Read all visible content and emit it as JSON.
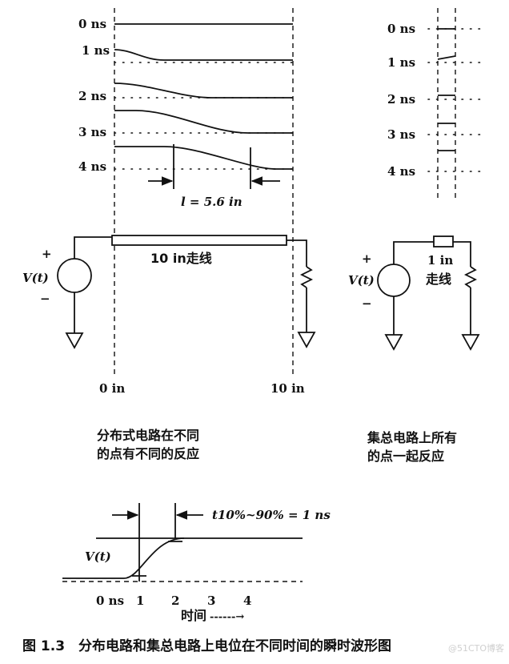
{
  "distributed": {
    "time_labels": [
      "0 ns",
      "1 ns",
      "2 ns",
      "3 ns",
      "4 ns"
    ],
    "length_label": "l = 5.6 in",
    "trace_label": "10 in走线",
    "source_label": "V(t)",
    "plus": "+",
    "minus": "−",
    "start_label": "0 in",
    "end_label": "10 in",
    "caption_lines": [
      "分布式电路在不同",
      "的点有不同的反应"
    ]
  },
  "lumped": {
    "time_labels": [
      "0 ns",
      "1 ns",
      "2 ns",
      "3 ns",
      "4 ns"
    ],
    "trace_label_lines": [
      "1 in",
      "走线"
    ],
    "source_label": "V(t)",
    "plus": "+",
    "minus": "−",
    "caption_lines": [
      "集总电路上所有",
      "的点一起反应"
    ]
  },
  "risetime": {
    "rise_label": "t10%~90% = 1 ns",
    "y_label": "V(t)",
    "ticks": [
      "0 ns",
      "1",
      "2",
      "3",
      "4"
    ],
    "x_label": "时间",
    "arrow": "------→"
  },
  "figure_caption": "图 1.3　分布电路和集总电路上电位在不同时间的瞬时波形图",
  "watermark": "@51CTO博客"
}
